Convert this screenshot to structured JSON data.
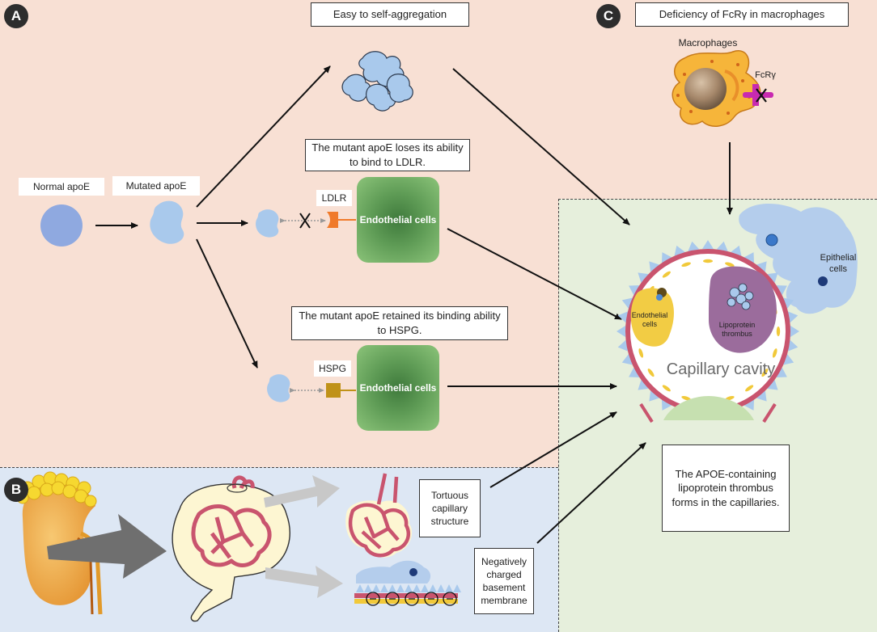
{
  "panels": {
    "a": {
      "badge": "A"
    },
    "b": {
      "badge": "B"
    },
    "c": {
      "badge": "C"
    }
  },
  "labels": {
    "normal_apoe": "Normal apoE",
    "mutated_apoe": "Mutated apoE",
    "self_aggregation": "Easy to self-aggregation",
    "loses_ldlr": "The mutant apoE loses its ability to bind to LDLR.",
    "retains_hspg": "The mutant apoE  retained its binding ability to HSPG.",
    "ldlr": "LDLR",
    "hspg": "HSPG",
    "endothelial_cells": "Endothelial cells",
    "deficiency_fcr": "Deficiency of FcRγ in macrophages",
    "macrophages": "Macrophages",
    "fcr": "FcRγ",
    "epithelial_cells": "Epithelial cells",
    "endothelial_cells_small": "Endothelial cells",
    "lipoprotein_thrombus": "Lipoprotein thrombus",
    "capillary_cavity": "Capillary cavity",
    "thrombus_forms": "The APOE-containing lipoprotein thrombus forms in the capillaries.",
    "tortuous": "Tortuous capillary structure",
    "negatively_charged": "Negatively charged basement membrane"
  },
  "colors": {
    "panel_a_bg": "#f8e0d4",
    "panel_b_bg": "#dde7f4",
    "panel_c_bg": "#e6efdc",
    "apoe_normal": "#8fa9e0",
    "apoe_mutant": "#a9c9ec",
    "endothelial": "#5f9c56",
    "capillary_wall": "#c9546e",
    "thrombus": "#9b6c9c"
  }
}
